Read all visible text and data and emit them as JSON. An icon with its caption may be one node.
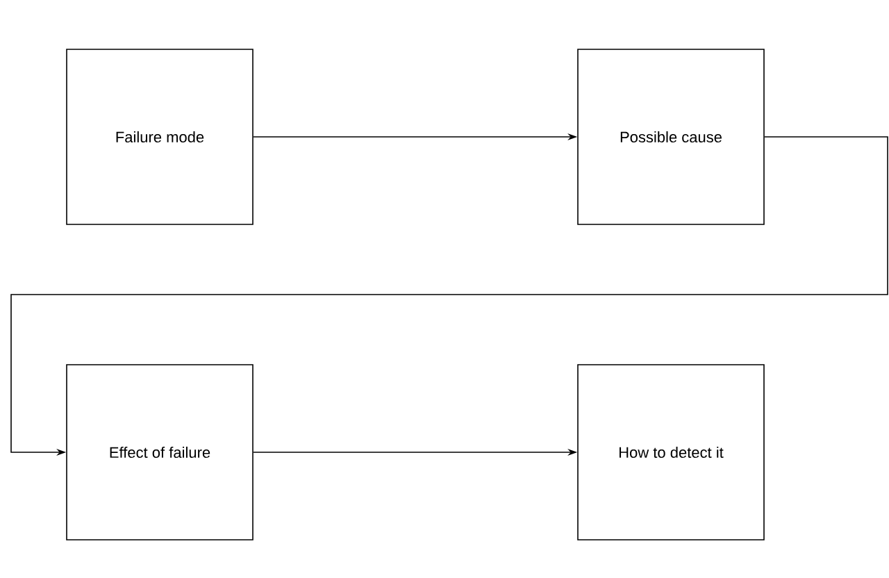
{
  "diagram": {
    "nodes": [
      {
        "text": [
          "Failure mode"
        ]
      },
      {
        "text": [
          "Possible cause"
        ]
      },
      {
        "text": [
          "Effect of failure"
        ]
      },
      {
        "text": [
          "How to detect it"
        ]
      }
    ],
    "edges": [
      {
        "from": 0,
        "to": 1,
        "arrow": "to"
      },
      {
        "from": 1,
        "to": 2,
        "arrow": "to"
      },
      {
        "from": 2,
        "to": 3,
        "arrow": "to"
      }
    ]
  }
}
